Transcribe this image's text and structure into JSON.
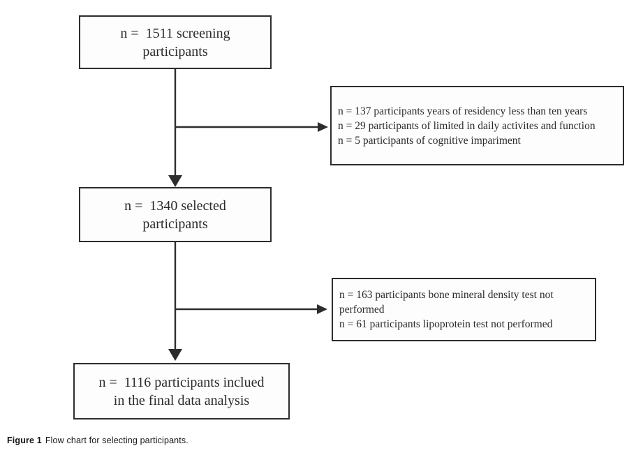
{
  "flowchart": {
    "screening_box": {
      "lines": [
        "n =  1511 screening",
        "participants"
      ]
    },
    "selected_box": {
      "lines": [
        "n =  1340 selected",
        "participants"
      ]
    },
    "final_box": {
      "lines": [
        "n =  1116 participants inclued",
        "in the final data analysis"
      ]
    },
    "exclusion_box_1": {
      "lines": [
        "n = 137 participants years of residency less than ten years",
        "n = 29 participants of limited in daily activites and function",
        "n = 5 participants of cognitive impariment"
      ]
    },
    "exclusion_box_2": {
      "lines": [
        "n = 163 participants bone mineral density test not",
        "performed",
        "n = 61 participants lipoprotein test not performed"
      ]
    }
  },
  "figure": {
    "caption_label": "Figure 1",
    "caption_text": "Flow chart for selecting participants."
  },
  "colors": {
    "border": "#2d2d2d",
    "arrow": "#2d2d2d",
    "text": "#2a2a2a",
    "background": "#ffffff"
  }
}
